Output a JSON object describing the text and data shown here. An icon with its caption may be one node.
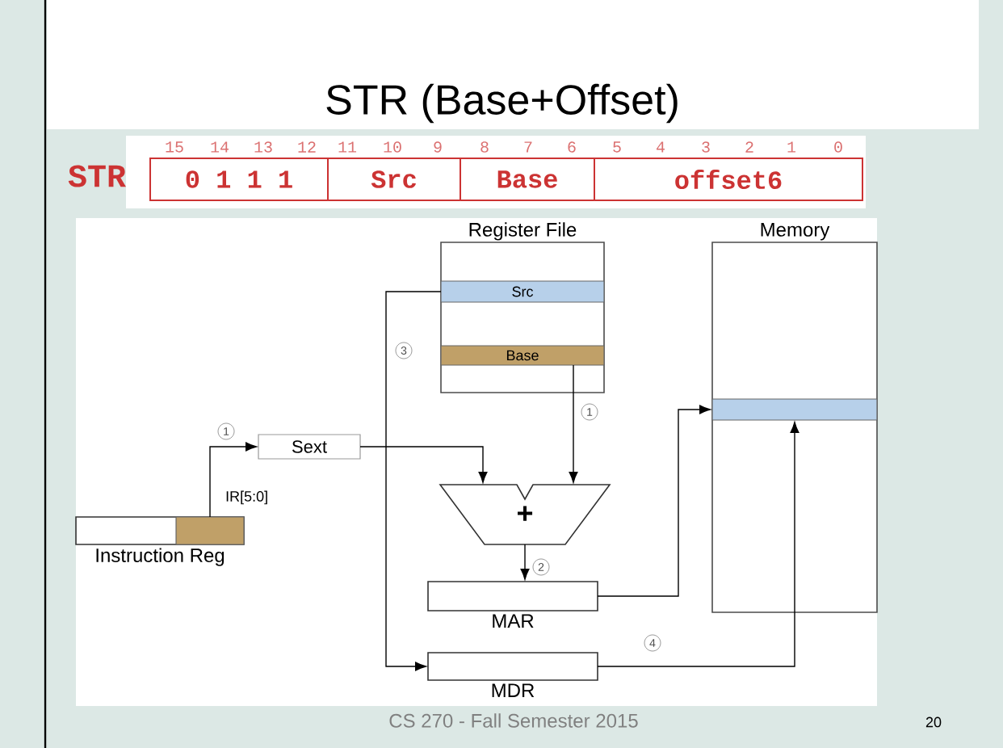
{
  "diagram": {
    "title": "STR (Base+Offset)",
    "nodes": [
      {
        "text": [
          "0 1 1 1"
        ]
      },
      {
        "text": [
          "Src"
        ]
      },
      {
        "text": [
          "Base"
        ]
      },
      {
        "text": [
          "offset6"
        ]
      },
      {
        "text": [
          "Register File"
        ]
      },
      {
        "text": [
          "Src"
        ],
        "in": 4
      },
      {
        "text": [
          "Base"
        ],
        "in": 4
      },
      {
        "text": [
          "Memory"
        ]
      },
      {
        "text": [],
        "shape": "bar",
        "in": 7
      },
      {
        "text": [
          "Sext"
        ]
      },
      {
        "text": [
          "Instruction Reg"
        ]
      },
      {
        "text": [],
        "shape": "bar",
        "in": 10
      },
      {
        "text": [
          "+"
        ]
      },
      {
        "text": [
          "MAR"
        ]
      },
      {
        "text": [
          "MDR"
        ]
      }
    ],
    "edges": [
      {
        "from": 11,
        "to": 9,
        "arrow": "to",
        "label": "1"
      },
      {
        "from": 9,
        "to": 12,
        "arrow": "to"
      },
      {
        "from": 6,
        "to": 12,
        "arrow": "to",
        "label": "1"
      },
      {
        "from": 12,
        "to": 13,
        "arrow": "to",
        "label": "2"
      },
      {
        "from": 13,
        "to": 8,
        "arrow": "to"
      },
      {
        "from": 5,
        "to": 14,
        "arrow": "to",
        "label": "3"
      },
      {
        "from": 14,
        "to": 8,
        "arrow": "to",
        "label": "4"
      }
    ],
    "labels": [
      "STR",
      "15",
      "14",
      "13",
      "12",
      "11",
      "10",
      "9",
      "8",
      "7",
      "6",
      "5",
      "4",
      "3",
      "2",
      "1",
      "0",
      "IR[5:0]",
      "CS 270 - Fall Semester 2015",
      "20"
    ]
  }
}
